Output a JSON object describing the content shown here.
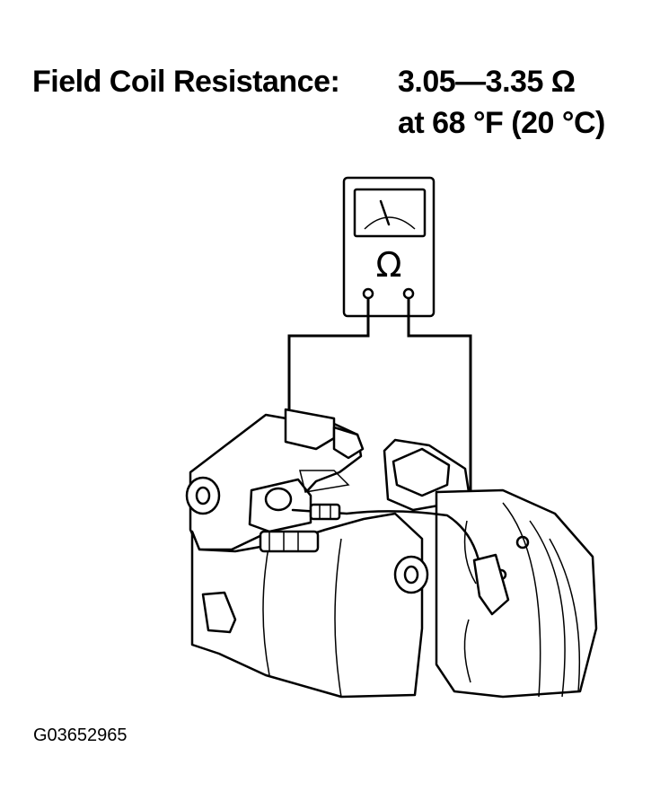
{
  "spec": {
    "label": "Field Coil Resistance:",
    "value": "3.05—3.35 Ω",
    "condition": "at 68 °F (20 °C)"
  },
  "meter": {
    "symbol": "Ω"
  },
  "figure_code": "G03652965"
}
